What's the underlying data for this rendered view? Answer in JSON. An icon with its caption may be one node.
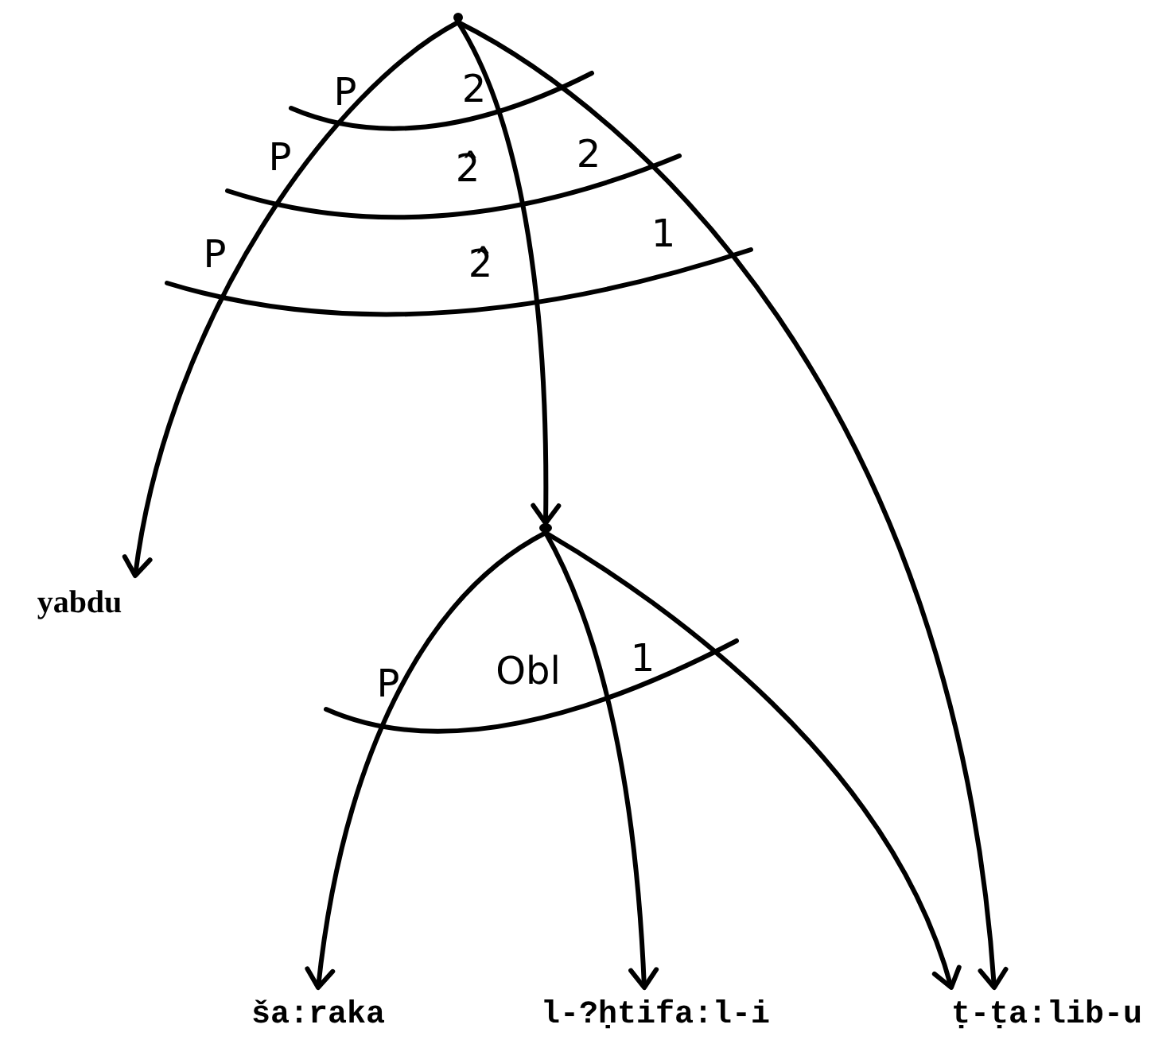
{
  "diagram": {
    "nodes": [
      {
        "text": [],
        "shape": "point"
      },
      {
        "text": [
          "yabdu"
        ]
      },
      {
        "text": [],
        "shape": "point"
      },
      {
        "text": [
          "ša:raka"
        ]
      },
      {
        "text": [
          "l-?ḥtifa:l-i"
        ]
      },
      {
        "text": [
          "ṭ-ṭa:lib-u"
        ]
      }
    ],
    "edges": [
      {
        "from": 0,
        "to": 1,
        "arrow": "to"
      },
      {
        "from": 0,
        "to": 2,
        "arrow": "to"
      },
      {
        "from": 0,
        "to": 5,
        "arrow": "to"
      },
      {
        "from": 2,
        "to": 3,
        "arrow": "to"
      },
      {
        "from": 2,
        "to": 4,
        "arrow": "to"
      },
      {
        "from": 2,
        "to": 5,
        "arrow": "to"
      }
    ],
    "labels": [
      "P",
      "2",
      "P",
      "2̂",
      "2",
      "P",
      "2̂",
      "1",
      "P",
      "Obl",
      "1"
    ]
  }
}
